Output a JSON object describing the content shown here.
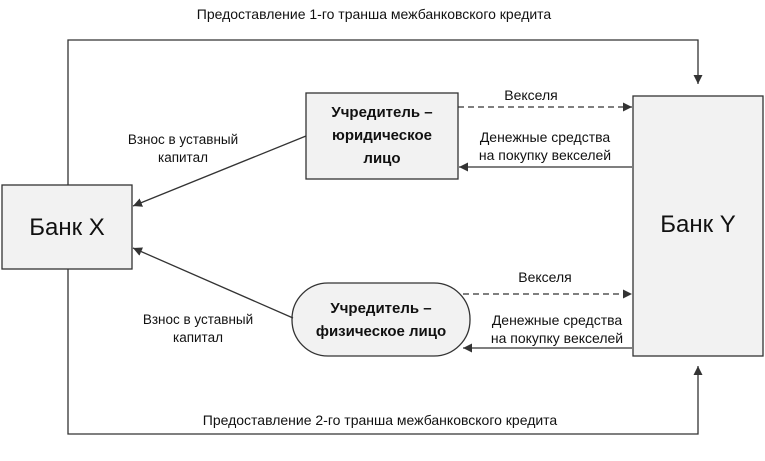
{
  "colors": {
    "stroke": "#333333",
    "box_fill": "#f2f2f2",
    "text": "#111111"
  },
  "diagram": {
    "tranche_1_label": "Предоставление  1-го транша межбанковского кредита",
    "tranche_2_label": "Предоставление  2-го транша межбанковского кредита",
    "bank_x": "Банк X",
    "bank_y": "Банк Y",
    "founder_legal": {
      "line1": "Учредитель  –",
      "line2": "юридическое",
      "line3": "лицо"
    },
    "founder_individual": {
      "line1": "Учредитель  –",
      "line2": "физическое лицо"
    },
    "contribution_top": {
      "line1": "Взнос в уставный",
      "line2": "капитал"
    },
    "contribution_bottom": {
      "line1": "Взнос в уставный",
      "line2": "капитал"
    },
    "bills_top": "Векселя",
    "bills_bottom": "Векселя",
    "funds_top": {
      "line1": "Денежные средства",
      "line2": "на покупку векселей"
    },
    "funds_bottom": {
      "line1": "Денежные средства",
      "line2": "на покупку векселей"
    }
  }
}
